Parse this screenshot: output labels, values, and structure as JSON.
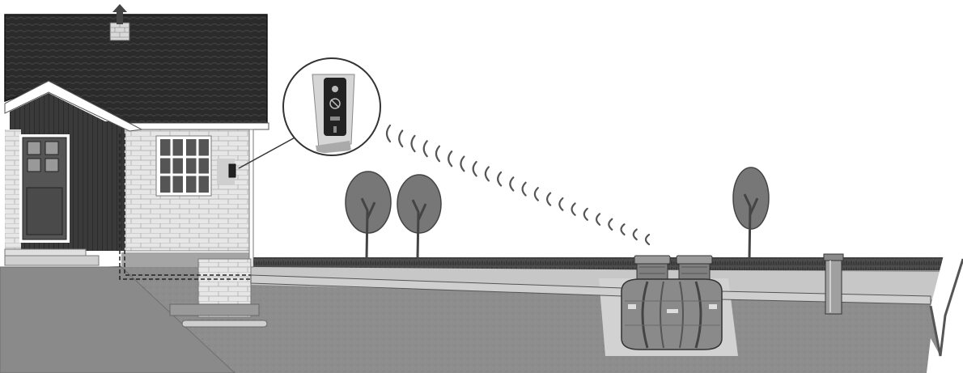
{
  "colors": {
    "background": "#ffffff",
    "roof": "#2b2b2b",
    "wall_brick": "#e4e4e4",
    "wall_panel": "#3a3a3a",
    "trim": "#ffffff",
    "ground_dark": "#7a7a7a",
    "ground_mid": "#8d8d8d",
    "ground_light": "#bdbdbd",
    "grass": "#4a4a4a",
    "tree_foliage": "#777777",
    "tank_body": "#8a8a8a",
    "pipe": "#cfcfcf",
    "signal_arc": "#555555",
    "device_body": "#d6d6d6",
    "device_face": "#222222"
  },
  "icons": {
    "chimney": "chimney-icon",
    "vent_arrow": "up-arrow-icon",
    "alarm_device": "alarm-panel-icon",
    "signal": "wireless-signal-icon",
    "septic_tank": "septic-tank-icon",
    "tree": "tree-icon",
    "sampling_well": "sampling-well-icon"
  },
  "scene": {
    "house": "house",
    "tank_chambers": 2,
    "trees": 3,
    "signal_arcs": 22
  }
}
